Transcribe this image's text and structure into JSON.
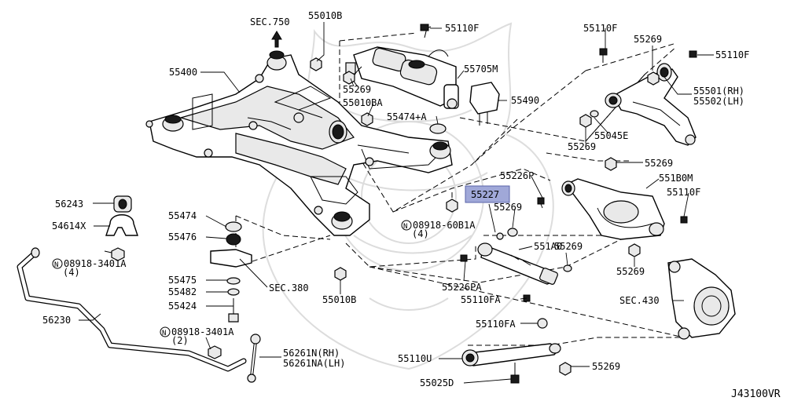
{
  "diagram": {
    "code": "J43100VR",
    "highlighted": "55227",
    "labels": [
      {
        "id": "sec750",
        "text": "SEC.750"
      },
      {
        "id": "p55010b_top",
        "text": "55010B"
      },
      {
        "id": "p55110f_a",
        "text": "55110F"
      },
      {
        "id": "p55110f_b",
        "text": "55110F"
      },
      {
        "id": "p55269_a",
        "text": "55269"
      },
      {
        "id": "p55110f_c",
        "text": "55110F"
      },
      {
        "id": "p55400",
        "text": "55400"
      },
      {
        "id": "p55705m",
        "text": "55705M"
      },
      {
        "id": "p55501",
        "text": "55501(RH)"
      },
      {
        "id": "p55502",
        "text": "55502(LH)"
      },
      {
        "id": "p55269_b",
        "text": "55269"
      },
      {
        "id": "p55010ba",
        "text": "55010BA"
      },
      {
        "id": "p55490",
        "text": "55490"
      },
      {
        "id": "p55474a",
        "text": "55474+A"
      },
      {
        "id": "p55045e",
        "text": "55045E"
      },
      {
        "id": "p55269_c",
        "text": "55269"
      },
      {
        "id": "p55269_d",
        "text": "55269"
      },
      {
        "id": "p55226p",
        "text": "55226P"
      },
      {
        "id": "p551b0m",
        "text": "551B0M"
      },
      {
        "id": "p55227",
        "text": "55227"
      },
      {
        "id": "p55110f_d",
        "text": "55110F"
      },
      {
        "id": "p56243",
        "text": "56243"
      },
      {
        "id": "p55269_e",
        "text": "55269"
      },
      {
        "id": "p55474",
        "text": "55474"
      },
      {
        "id": "p08918_60b1a",
        "text": "08918-60B1A"
      },
      {
        "id": "p08918_60b1a_qty",
        "text": "(4)"
      },
      {
        "id": "p54614x",
        "text": "54614X"
      },
      {
        "id": "p55476",
        "text": "55476"
      },
      {
        "id": "p551a0",
        "text": "551A0"
      },
      {
        "id": "p55269_f",
        "text": "55269"
      },
      {
        "id": "p08918_3401a_1",
        "text": "08918-3401A"
      },
      {
        "id": "p08918_3401a_1_qty",
        "text": "(4)"
      },
      {
        "id": "p55269_g",
        "text": "55269"
      },
      {
        "id": "p55475",
        "text": "55475"
      },
      {
        "id": "sec380",
        "text": "SEC.380"
      },
      {
        "id": "p55226pa",
        "text": "55226PA"
      },
      {
        "id": "p55482",
        "text": "55482"
      },
      {
        "id": "p55110fa_a",
        "text": "55110FA"
      },
      {
        "id": "sec430",
        "text": "SEC.430"
      },
      {
        "id": "p55424",
        "text": "55424"
      },
      {
        "id": "p55010b_bot",
        "text": "55010B"
      },
      {
        "id": "p56230",
        "text": "56230"
      },
      {
        "id": "p55110fa_b",
        "text": "55110FA"
      },
      {
        "id": "p08918_3401a_2",
        "text": "08918-3401A"
      },
      {
        "id": "p08918_3401a_2_qty",
        "text": "(2)"
      },
      {
        "id": "p56261n",
        "text": "56261N(RH)"
      },
      {
        "id": "p56261na",
        "text": "56261NA(LH)"
      },
      {
        "id": "p55110u",
        "text": "55110U"
      },
      {
        "id": "p55269_h",
        "text": "55269"
      },
      {
        "id": "p55025d",
        "text": "55025D"
      }
    ],
    "n_symbol": "N"
  }
}
